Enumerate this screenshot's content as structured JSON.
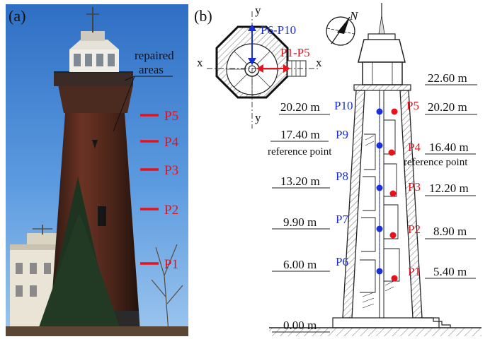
{
  "panel_a": {
    "label": "(a)",
    "repaired_areas_label_line1": "repaired",
    "repaired_areas_label_line2": "areas",
    "markers": [
      {
        "label": "P5"
      },
      {
        "label": "P4"
      },
      {
        "label": "P3"
      },
      {
        "label": "P2"
      },
      {
        "label": "P1"
      }
    ]
  },
  "panel_b": {
    "label": "(b)",
    "plan": {
      "axis_x": "x",
      "axis_y": "y",
      "north": "N",
      "group_blue": "P6-P10",
      "group_red": "P1-P5"
    },
    "left_levels": [
      {
        "value": "20.20 m",
        "point": "P10"
      },
      {
        "value": "17.40 m",
        "point": "P9"
      },
      {
        "value": "13.20 m",
        "point": "P8"
      },
      {
        "value": "9.90 m",
        "point": "P7"
      },
      {
        "value": "6.00 m",
        "point": "P6"
      },
      {
        "value": "0.00 m",
        "point": ""
      }
    ],
    "right_levels": [
      {
        "value": "22.60 m",
        "point": ""
      },
      {
        "value": "20.20 m",
        "point": "P5"
      },
      {
        "value": "16.40 m",
        "point": "P4"
      },
      {
        "value": "12.20 m",
        "point": "P3"
      },
      {
        "value": "8.90 m",
        "point": "P2"
      },
      {
        "value": "5.40 m",
        "point": "P1"
      }
    ],
    "reference_point_label": "reference point"
  },
  "colors": {
    "blue_points": "#1a2fd6",
    "red_points": "#e8121c",
    "line": "#222222"
  }
}
